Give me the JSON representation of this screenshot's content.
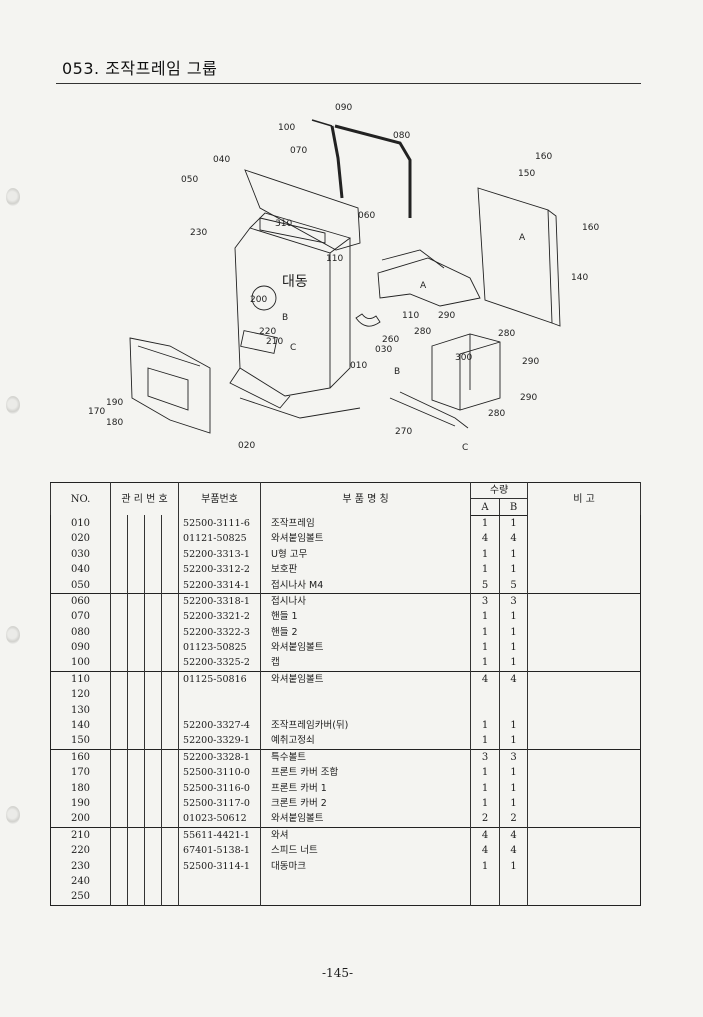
{
  "title": "053. 조작프레임 그룹",
  "diagram": {
    "callouts": [
      "090",
      "100",
      "080",
      "070",
      "040",
      "050",
      "160",
      "150",
      "060",
      "310",
      "230",
      "A",
      "160",
      "110",
      "140",
      "A",
      "290",
      "110",
      "280",
      "280",
      "B",
      "260",
      "300",
      "290",
      "200",
      "220",
      "210",
      "C",
      "030",
      "010",
      "B",
      "290",
      "190",
      "170",
      "180",
      "280",
      "270",
      "020",
      "C"
    ],
    "decal_text": "대동"
  },
  "table": {
    "headers": {
      "no": "NO.",
      "mgmt": "관 리 번 호",
      "part": "부품번호",
      "name": "부 품 명 칭",
      "qty": "수량",
      "qty_a": "A",
      "qty_b": "B",
      "remarks": "비 고"
    },
    "rows": [
      {
        "no": "010",
        "part": "52500-3111-6",
        "name": "조작프레임",
        "a": "1",
        "b": "1",
        "group": true
      },
      {
        "no": "020",
        "part": "01121-50825",
        "name": "와셔붙임볼트",
        "a": "4",
        "b": "4"
      },
      {
        "no": "030",
        "part": "52200-3313-1",
        "name": "U형 고무",
        "a": "1",
        "b": "1"
      },
      {
        "no": "040",
        "part": "52200-3312-2",
        "name": "보호판",
        "a": "1",
        "b": "1"
      },
      {
        "no": "050",
        "part": "52200-3314-1",
        "name": "접시나사 M4",
        "a": "5",
        "b": "5"
      },
      {
        "no": "060",
        "part": "52200-3318-1",
        "name": "접시나사",
        "a": "3",
        "b": "3",
        "group": true
      },
      {
        "no": "070",
        "part": "52200-3321-2",
        "name": "핸들 1",
        "a": "1",
        "b": "1"
      },
      {
        "no": "080",
        "part": "52200-3322-3",
        "name": "핸들 2",
        "a": "1",
        "b": "1"
      },
      {
        "no": "090",
        "part": "01123-50825",
        "name": "와셔붙임볼트",
        "a": "1",
        "b": "1"
      },
      {
        "no": "100",
        "part": "52200-3325-2",
        "name": "캡",
        "a": "1",
        "b": "1"
      },
      {
        "no": "110",
        "part": "01125-50816",
        "name": "와셔붙임볼트",
        "a": "4",
        "b": "4",
        "group": true
      },
      {
        "no": "120",
        "part": "",
        "name": "",
        "a": "",
        "b": ""
      },
      {
        "no": "130",
        "part": "",
        "name": "",
        "a": "",
        "b": ""
      },
      {
        "no": "140",
        "part": "52200-3327-4",
        "name": "조작프레임카버(뒤)",
        "a": "1",
        "b": "1"
      },
      {
        "no": "150",
        "part": "52200-3329-1",
        "name": "예취고정쇠",
        "a": "1",
        "b": "1"
      },
      {
        "no": "160",
        "part": "52200-3328-1",
        "name": "특수볼트",
        "a": "3",
        "b": "3",
        "group": true
      },
      {
        "no": "170",
        "part": "52500-3110-0",
        "name": "프론트 카버 조합",
        "a": "1",
        "b": "1"
      },
      {
        "no": "180",
        "part": "52500-3116-0",
        "name": "프론트 카버 1",
        "a": "1",
        "b": "1"
      },
      {
        "no": "190",
        "part": "52500-3117-0",
        "name": "크론트 카버 2",
        "a": "1",
        "b": "1"
      },
      {
        "no": "200",
        "part": "01023-50612",
        "name": "와셔붙임볼트",
        "a": "2",
        "b": "2"
      },
      {
        "no": "210",
        "part": "55611-4421-1",
        "name": "와셔",
        "a": "4",
        "b": "4",
        "group": true
      },
      {
        "no": "220",
        "part": "67401-5138-1",
        "name": "스피드 너트",
        "a": "4",
        "b": "4"
      },
      {
        "no": "230",
        "part": "52500-3114-1",
        "name": "대동마크",
        "a": "1",
        "b": "1"
      },
      {
        "no": "240",
        "part": "",
        "name": "",
        "a": "",
        "b": ""
      },
      {
        "no": "250",
        "part": "",
        "name": "",
        "a": "",
        "b": ""
      }
    ]
  },
  "page_number": "-145-"
}
